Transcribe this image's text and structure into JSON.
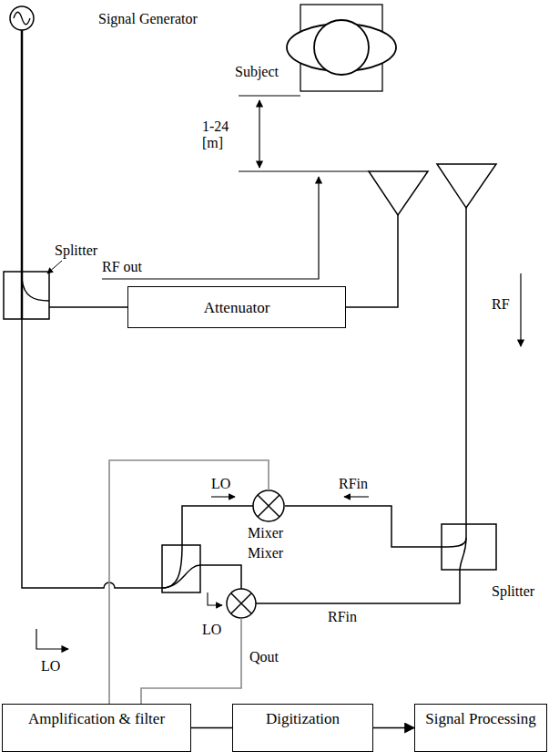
{
  "diagram": {
    "nodes": [
      {
        "text": [
          "Attenuator"
        ]
      },
      {
        "text": [
          "Amplification & filter"
        ]
      },
      {
        "text": [
          "Digitization"
        ]
      },
      {
        "text": [
          "Signal Processing"
        ]
      }
    ],
    "edges": [
      {
        "from": 1,
        "to": 2,
        "arrow": "none"
      },
      {
        "from": 2,
        "to": 3,
        "arrow": "to"
      }
    ],
    "labels": [
      "Signal Generator",
      "Subject",
      "1-24 [m]",
      "Splitter",
      "RF out",
      "RF",
      "LO",
      "RFin",
      "Mixer",
      "Mixer",
      "Splitter",
      "LO",
      "RFin",
      "LO",
      "Qout"
    ]
  }
}
